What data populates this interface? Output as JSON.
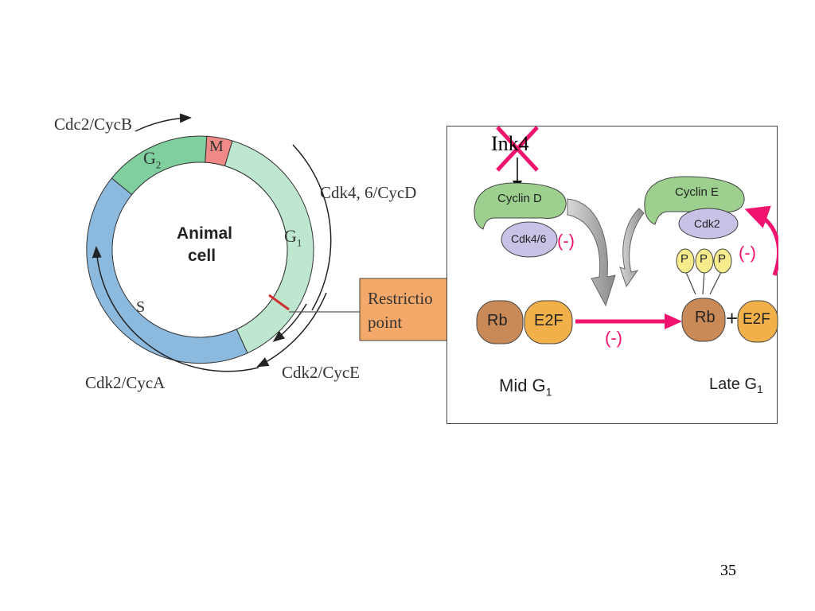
{
  "cycle_diagram": {
    "center_line1": "Animal",
    "center_line2": "cell",
    "phase_m": "M",
    "phase_g1": "G",
    "phase_g1_sub": "1",
    "phase_g2": "G",
    "phase_g2_sub": "2",
    "phase_s": "S",
    "label_cdc2_cycb": "Cdc2/CycB",
    "label_cdk46_cycd": "Cdk4, 6/CycD",
    "label_cdk2_cyca": "Cdk2/CycA",
    "label_cdk2_cyce": "Cdk2/CycE",
    "restriction_line1": "Restrictio",
    "restriction_line2": "point",
    "colors": {
      "g2_m_fill": "#7fcf9f",
      "g1_fill": "#bde8cf",
      "s_fill": "#8cb9de",
      "m_fill": "#f08a86",
      "restriction_box": "#f4a96b"
    }
  },
  "regulation_panel": {
    "ink4_label": "Ink4",
    "cyclin_d": "Cyclin D",
    "cdk46": "Cdk4/6",
    "cyclin_e": "Cyclin E",
    "cdk2": "Cdk2",
    "p1": "P",
    "p2": "P",
    "p3": "P",
    "rb_left": "Rb",
    "e2f_left": "E2F",
    "rb_right": "Rb",
    "plus": "+",
    "e2f_right": "E2F",
    "mid_g1": "Mid G",
    "mid_g1_sub": "1",
    "late_g1": "Late G",
    "late_g1_sub": "1",
    "inhibit_a": "(-)",
    "inhibit_b": "(-)",
    "inhibit_c": "(-)",
    "colors": {
      "inhibition": "#f0146e",
      "cyclin": "#9dd08e",
      "cdk": "#c9c1e6",
      "rb": "#c98a57",
      "e2f": "#f2b04a",
      "phospho": "#f6ec8c"
    }
  },
  "page_number": "35"
}
